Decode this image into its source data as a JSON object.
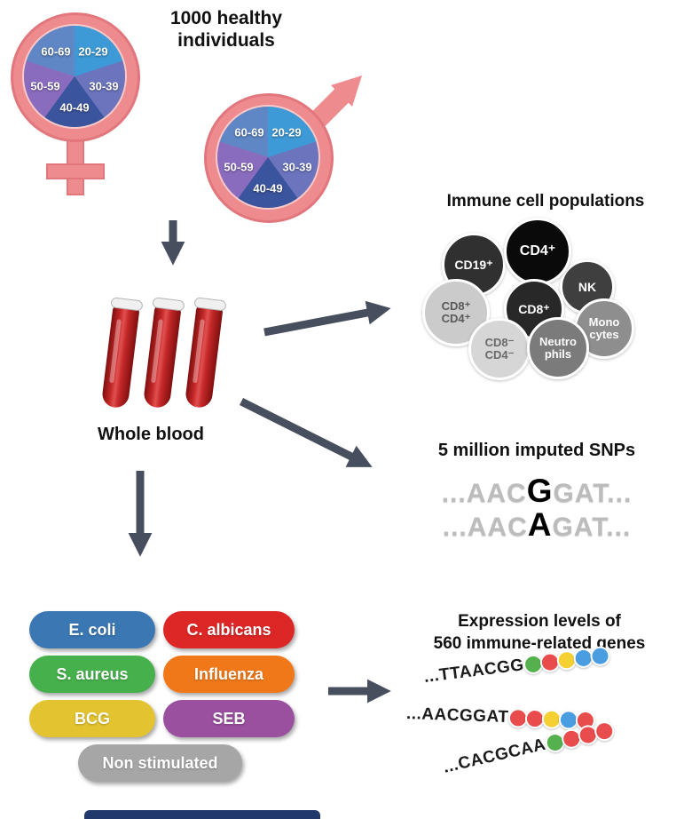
{
  "header": {
    "title_line1": "1000 healthy",
    "title_line2": "individuals"
  },
  "age_pie": {
    "slices": [
      {
        "label": "20-29",
        "color": "#3e9ad6"
      },
      {
        "label": "30-39",
        "color": "#6b74bd"
      },
      {
        "label": "40-49",
        "color": "#3b549e"
      },
      {
        "label": "50-59",
        "color": "#8a6cbf"
      },
      {
        "label": "60-69",
        "color": "#5f86c5"
      }
    ]
  },
  "whole_blood": {
    "label": "Whole blood"
  },
  "immune_cells": {
    "title": "Immune cell populations",
    "cells": [
      {
        "id": "cd19-pos",
        "label": "CD19⁺",
        "bg": "#303030",
        "fg": "#ffffff"
      },
      {
        "id": "cd8-cd4-dp",
        "label": "CD8⁺\nCD4⁺",
        "bg": "#cbcbcb",
        "fg": "#5a5a5a"
      },
      {
        "id": "nk",
        "label": "NK",
        "bg": "#3f3f3f",
        "fg": "#ffffff"
      },
      {
        "id": "cd4-pos",
        "label": "CD4⁺",
        "bg": "#0a0a0a",
        "fg": "#ffffff"
      },
      {
        "id": "cd8-pos",
        "label": "CD8⁺",
        "bg": "#282828",
        "fg": "#ffffff"
      },
      {
        "id": "cd8-cd4-dn",
        "label": "CD8⁻\nCD4⁻",
        "bg": "#d6d6d6",
        "fg": "#6a6a6a"
      },
      {
        "id": "monocytes",
        "label": "Mono\ncytes",
        "bg": "#8e8e8e",
        "fg": "#ffffff"
      },
      {
        "id": "neutrophils",
        "label": "Neutro\nphils",
        "bg": "#7b7b7b",
        "fg": "#ffffff"
      }
    ]
  },
  "snps": {
    "title": "5 million imputed SNPs",
    "rows": [
      {
        "prefix": "...AAC",
        "variant": "G",
        "suffix": "GAT..."
      },
      {
        "prefix": "...AAC",
        "variant": "A",
        "suffix": "GAT..."
      }
    ]
  },
  "stimuli": {
    "items": [
      {
        "id": "ecoli",
        "label": "E. coli",
        "color": "#3a77b3"
      },
      {
        "id": "calbicans",
        "label": "C. albicans",
        "color": "#dd2626"
      },
      {
        "id": "saureus",
        "label": "S. aureus",
        "color": "#46b14c"
      },
      {
        "id": "influenza",
        "label": "Influenza",
        "color": "#f07818"
      },
      {
        "id": "bcg",
        "label": "BCG",
        "color": "#e3c430"
      },
      {
        "id": "seb",
        "label": "SEB",
        "color": "#9a4f9f"
      },
      {
        "id": "non-stimulated",
        "label": "Non stimulated",
        "color": "#a6a6a6"
      }
    ]
  },
  "expression": {
    "title_line1": "Expression levels of",
    "title_line2": "560 immune-related genes",
    "bead_colors": {
      "green": "#55b14e",
      "red": "#e84c4c",
      "yellow": "#f5d033",
      "blue": "#4a9de0"
    },
    "rows": [
      {
        "sequence": "...TTAACGG",
        "beads": [
          "green",
          "red",
          "yellow",
          "blue",
          "blue"
        ]
      },
      {
        "sequence": "...AACGGAT",
        "beads": [
          "red",
          "red",
          "yellow",
          "blue",
          "red"
        ]
      },
      {
        "sequence": "...CACGCAA",
        "beads": [
          "green",
          "red",
          "red",
          "red"
        ]
      }
    ]
  },
  "colors": {
    "symbol_pink": "#ee8b8e",
    "arrow": "#474e5d",
    "bottom_bar": "#20386b",
    "blood_red": "#c62828"
  }
}
